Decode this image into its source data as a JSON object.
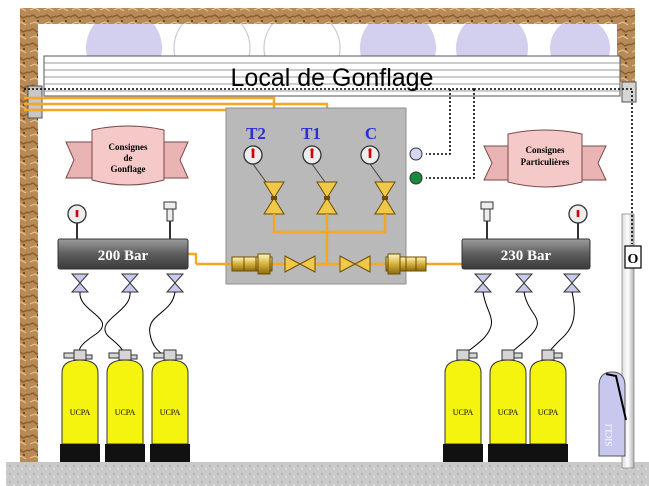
{
  "title": "Local de Gonflage",
  "panel": {
    "gauges": [
      {
        "label": "T2"
      },
      {
        "label": "T1"
      },
      {
        "label": "C"
      }
    ]
  },
  "left_ramp": {
    "pressure": "200 Bar",
    "ribbon": [
      "Consignes",
      "de",
      "Gonflage"
    ],
    "cylinders": [
      "UCPA",
      "UCPA",
      "UCPA"
    ]
  },
  "right_ramp": {
    "pressure": "230 Bar",
    "ribbon": [
      "Consignes",
      "Particulières"
    ],
    "cylinders": [
      "UCPA",
      "UCPA",
      "UCPA"
    ]
  },
  "door_marker": "O",
  "extinguisher_label": "SICLI",
  "colors": {
    "pipe": "#f5a623",
    "cylinder": "#f4f40e",
    "panel": "#b9b9b9",
    "manifold": "#6f6f6f",
    "ribbon": "#f6c9c9",
    "tank_label": "#2b2fd6"
  }
}
